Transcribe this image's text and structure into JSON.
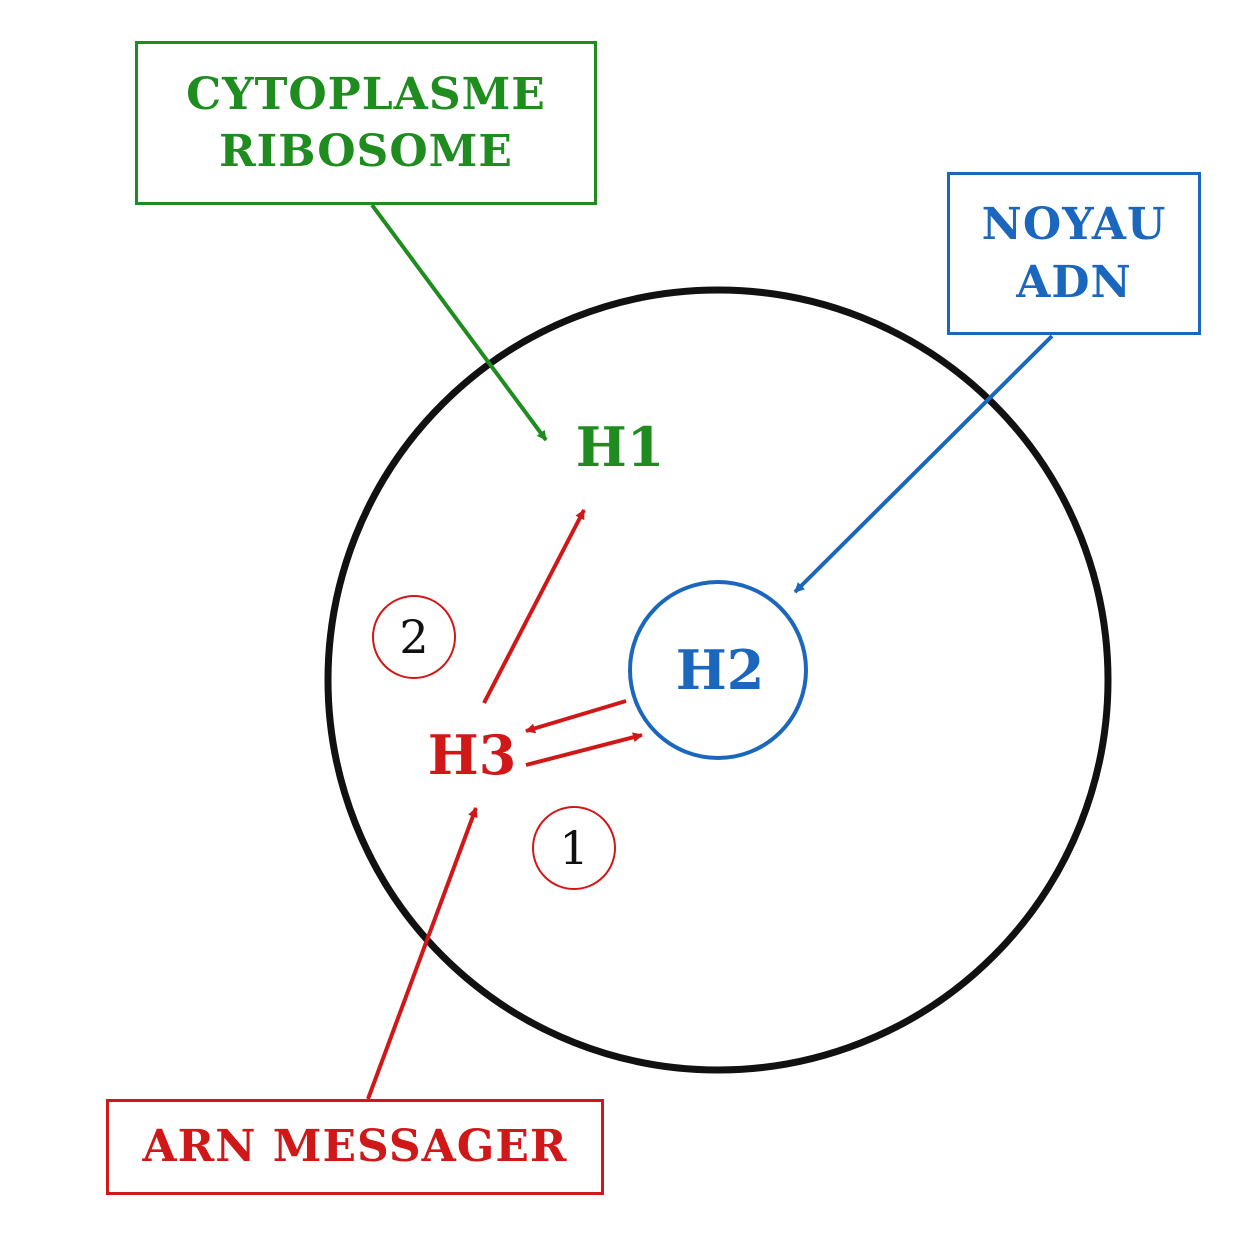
{
  "labels": {
    "cytoplasm": {
      "line1": "CYTOPLASME",
      "line2": "RIBOSOME"
    },
    "nucleus": {
      "line1": "NOYAU",
      "line2": "ADN"
    },
    "mrna": {
      "line1": "ARN MESSAGER"
    }
  },
  "nodes": {
    "h1": "H1",
    "h2": "H2",
    "h3": "H3"
  },
  "steps": {
    "one": "1",
    "two": "2"
  },
  "colors": {
    "green": "#1e8c1e",
    "blue": "#1a67bd",
    "red": "#d01818",
    "outline": "#111111"
  }
}
